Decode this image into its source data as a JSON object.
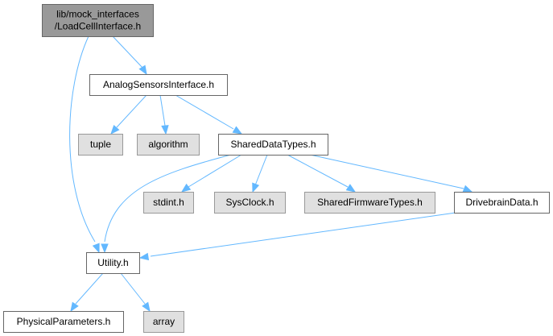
{
  "colors": {
    "edge": "#63b8ff",
    "root_fill": "#999999",
    "root_stroke": "#666666",
    "project_fill": "#ffffff",
    "project_stroke": "#666666",
    "external_fill": "#e0e0e0",
    "external_stroke": "#999999"
  },
  "nodes": [
    {
      "id": "root",
      "lines": [
        "lib/mock_interfaces",
        "/LoadCellInterface.h"
      ],
      "kind": "root"
    },
    {
      "id": "analog",
      "lines": [
        "AnalogSensorsInterface.h"
      ],
      "kind": "project"
    },
    {
      "id": "tuple",
      "lines": [
        "tuple"
      ],
      "kind": "external"
    },
    {
      "id": "algorithm",
      "lines": [
        "algorithm"
      ],
      "kind": "external"
    },
    {
      "id": "shareddata",
      "lines": [
        "SharedDataTypes.h"
      ],
      "kind": "project"
    },
    {
      "id": "stdint",
      "lines": [
        "stdint.h"
      ],
      "kind": "external"
    },
    {
      "id": "sysclock",
      "lines": [
        "SysClock.h"
      ],
      "kind": "external"
    },
    {
      "id": "sharedfw",
      "lines": [
        "SharedFirmwareTypes.h"
      ],
      "kind": "external"
    },
    {
      "id": "drivebrain",
      "lines": [
        "DrivebrainData.h"
      ],
      "kind": "project"
    },
    {
      "id": "utility",
      "lines": [
        "Utility.h"
      ],
      "kind": "project"
    },
    {
      "id": "physical",
      "lines": [
        "PhysicalParameters.h"
      ],
      "kind": "project"
    },
    {
      "id": "array",
      "lines": [
        "array"
      ],
      "kind": "external"
    }
  ],
  "edges": [
    {
      "from": "root",
      "to": "analog"
    },
    {
      "from": "root",
      "to": "utility"
    },
    {
      "from": "analog",
      "to": "tuple"
    },
    {
      "from": "analog",
      "to": "algorithm"
    },
    {
      "from": "analog",
      "to": "shareddata"
    },
    {
      "from": "shareddata",
      "to": "stdint"
    },
    {
      "from": "shareddata",
      "to": "sysclock"
    },
    {
      "from": "shareddata",
      "to": "sharedfw"
    },
    {
      "from": "shareddata",
      "to": "drivebrain"
    },
    {
      "from": "shareddata",
      "to": "utility"
    },
    {
      "from": "drivebrain",
      "to": "utility"
    },
    {
      "from": "utility",
      "to": "physical"
    },
    {
      "from": "utility",
      "to": "array"
    }
  ]
}
